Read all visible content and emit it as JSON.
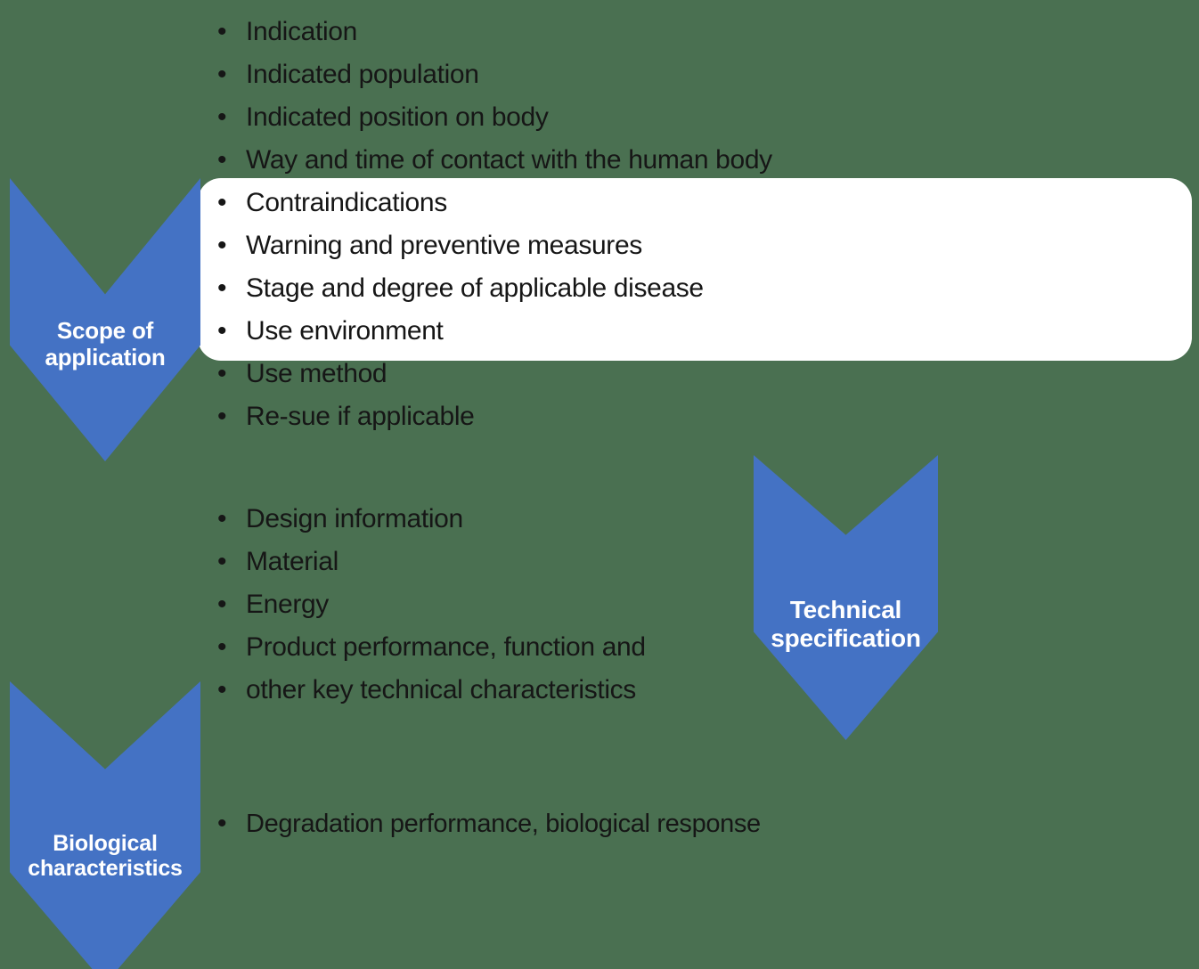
{
  "theme": {
    "background_color": "#4a7051",
    "card_color": "#ffffff",
    "accent_color": "#4472c4",
    "text_color": "#161616",
    "label_color": "#ffffff"
  },
  "diagram": {
    "type": "chevron-process-list",
    "groups": [
      {
        "id": "scope-of-application",
        "label": "Scope of\napplication",
        "items": [
          "Indication",
          "Indicated population",
          "Indicated position on body",
          "Way and time of contact with the human body",
          "Contraindications",
          "Warning and preventive measures",
          "Stage and degree of applicable disease",
          "Use environment",
          "Use method",
          "Re-sue if applicable"
        ]
      },
      {
        "id": "technical-specification",
        "label": "Technical\nspecification",
        "items": [
          "Design information",
          "Material",
          "Energy",
          "Product performance, function and",
          "other key technical characteristics"
        ]
      },
      {
        "id": "biological-characteristics",
        "label": "Biological\ncharacteristics",
        "items": [
          "Degradation performance, biological response"
        ]
      }
    ]
  }
}
